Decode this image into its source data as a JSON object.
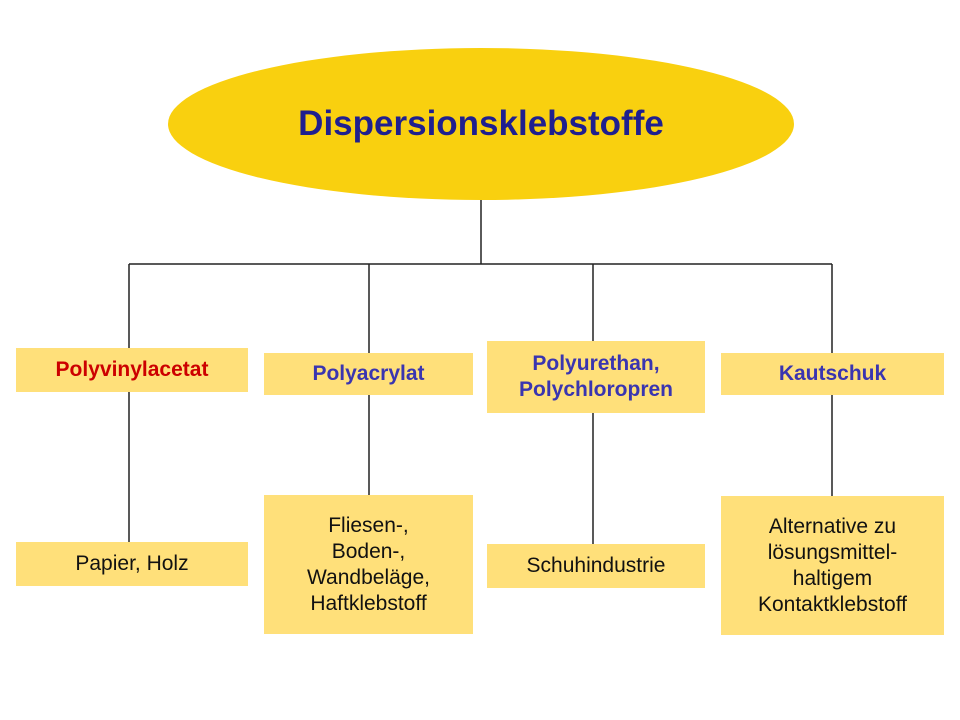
{
  "diagram": {
    "root": {
      "label": "Dispersionsklebstoffe",
      "fill": "#f9d00f",
      "text_color": "#1f1f8f"
    },
    "box_fill": "#ffe07a",
    "categories": [
      {
        "label": "Polyvinylacetat",
        "color": "#cc0000"
      },
      {
        "label": "Polyacrylat",
        "color": "#3a35b0"
      },
      {
        "label": "Polyurethan,\nPolychloropren",
        "color": "#3a35b0"
      },
      {
        "label": "Kautschuk",
        "color": "#3a35b0"
      }
    ],
    "applications": [
      {
        "label": "Papier, Holz"
      },
      {
        "label": "Fliesen-,\nBoden-,\nWandbeläge,\nHaftklebstoff"
      },
      {
        "label": "Schuhindustrie"
      },
      {
        "label": "Alternative zu\nlösungsmittel-\nhaltigem\nKontaktklebstoff"
      }
    ]
  }
}
